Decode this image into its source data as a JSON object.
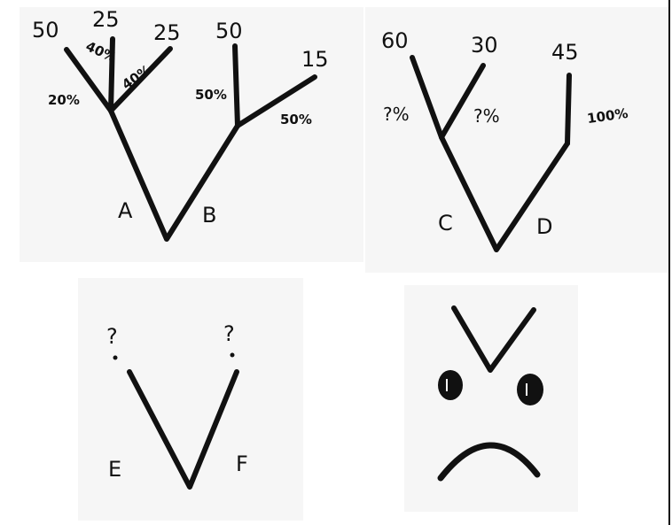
{
  "colors": {
    "ink": "#111111",
    "paper": "#f6f6f6"
  },
  "tree_ab": {
    "node_left": "A",
    "node_right": "B",
    "a_children": [
      {
        "value": "50",
        "percent": "20%"
      },
      {
        "value": "25",
        "percent": "40%"
      },
      {
        "value": "25",
        "percent": "40%"
      }
    ],
    "b_children": [
      {
        "value": "50",
        "percent": "50%"
      },
      {
        "value": "15",
        "percent": "50%"
      }
    ]
  },
  "tree_cd": {
    "node_left": "C",
    "node_right": "D",
    "c_children": [
      {
        "value": "60",
        "percent": "?%"
      },
      {
        "value": "30",
        "percent": "?%"
      }
    ],
    "d_children": [
      {
        "value": "45",
        "percent": "100%"
      }
    ]
  },
  "tree_ef": {
    "node_left": "E",
    "node_right": "F",
    "left_mark": "?",
    "right_mark": "?"
  },
  "frown_face": {
    "icon": "frowning-face-icon"
  }
}
